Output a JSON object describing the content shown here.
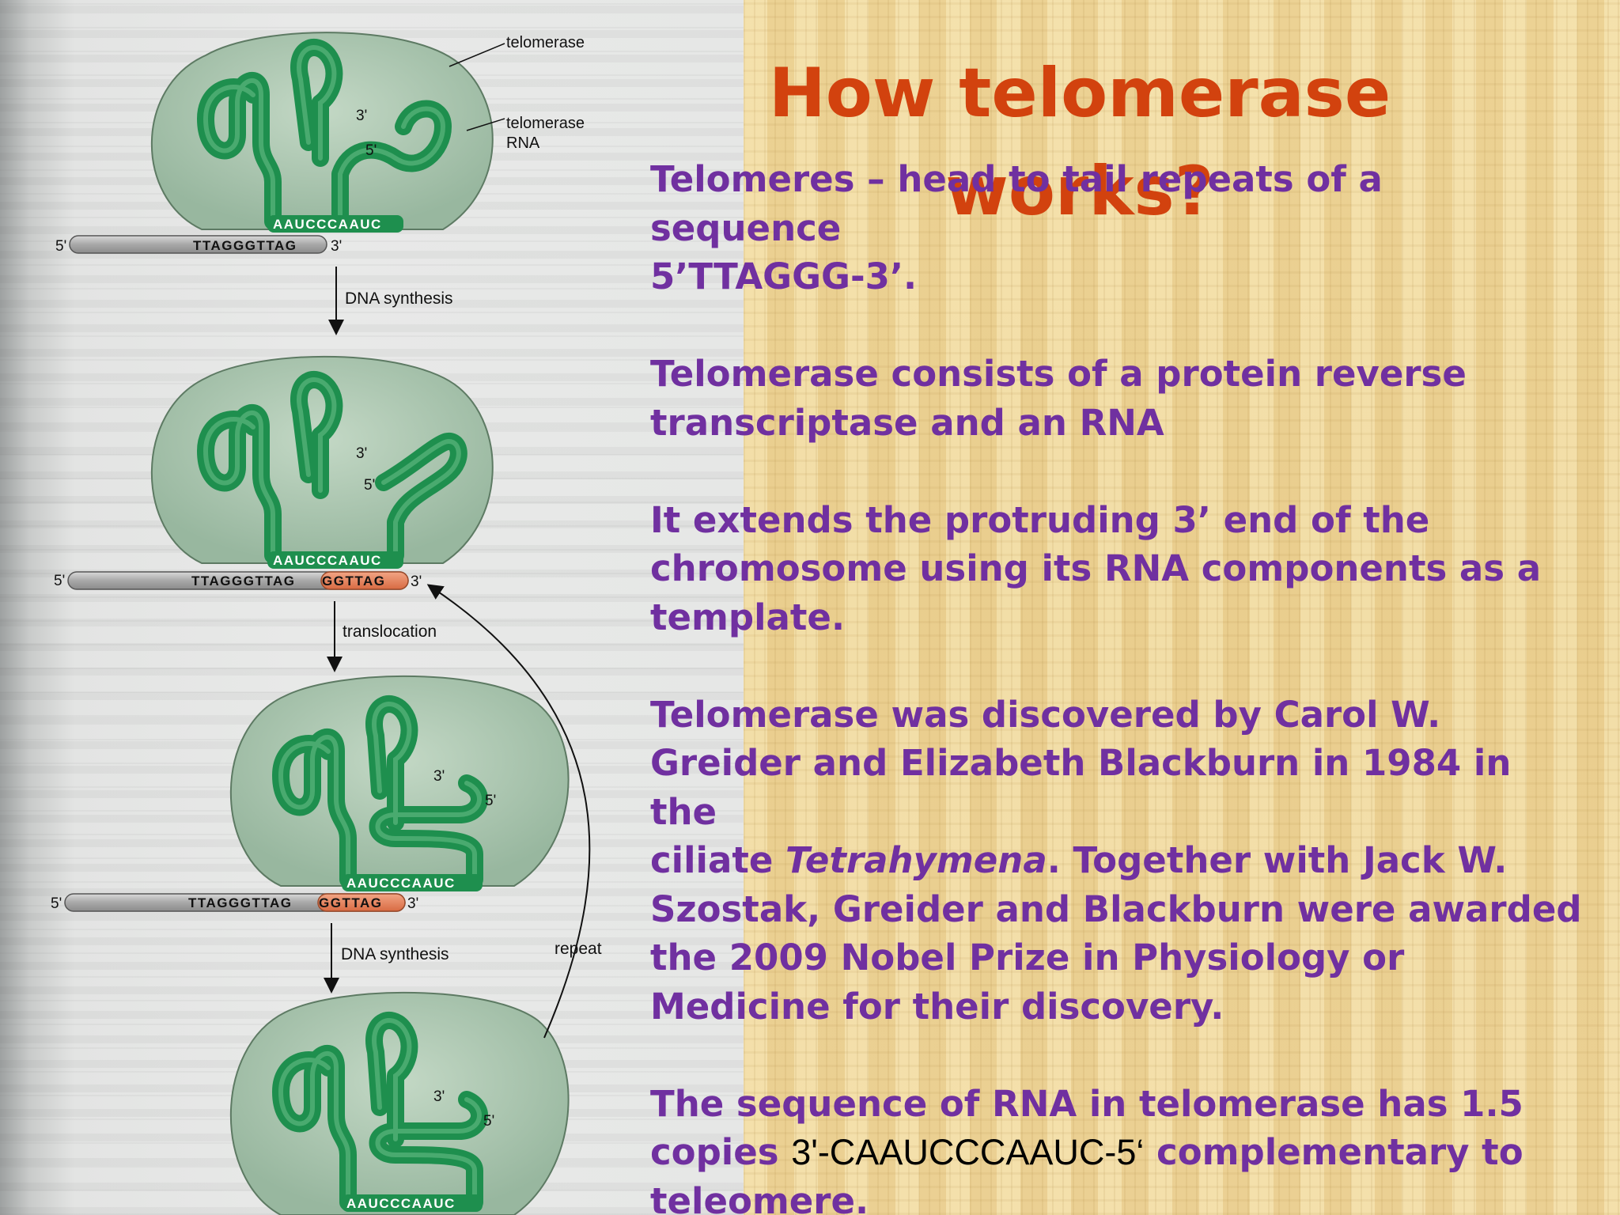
{
  "slide": {
    "title_line1": "How telomerase",
    "title_line2": "works?",
    "paragraphs": {
      "p1_line1": "Telomeres – head to tail repeats of a sequence",
      "p1_line2": "5’TTAGGG-3’.",
      "p2_line1": "Telomerase consists of a protein reverse",
      "p2_line2": "transcriptase and an RNA",
      "p3_line1": "It extends the protruding 3’ end of the",
      "p3_line2": "chromosome using its RNA components as a",
      "p3_line3": "template.",
      "p4_line1": "Telomerase was discovered by Carol W.",
      "p4_line2": "Greider and Elizabeth Blackburn in 1984 in the",
      "p4_line3_pre": "ciliate ",
      "p4_line3_italic": "Tetrahymena",
      "p4_line3_post": ". Together with Jack W.",
      "p4_line4": "Szostak, Greider and Blackburn were awarded",
      "p4_line5": "the 2009 Nobel Prize in Physiology or",
      "p4_line6": "Medicine for their discovery.",
      "p5_line1": "The sequence of RNA in telomerase has 1.5",
      "p5_line2_pre": "copies ",
      "p5_line2_plain": "3'-CAAUCCCAAUC-5‘",
      "p5_line2_post": " complementary to",
      "p5_line3": "teleomere."
    }
  },
  "diagram": {
    "label_telomerase": "telomerase",
    "label_telomerase_rna_1": "telomerase",
    "label_telomerase_rna_2": "RNA",
    "label_3prime": "3'",
    "label_5prime": "5'",
    "rna_template": "AAUCCCAAUC",
    "dna_initial": "TTAGGGTTAG",
    "dna_extension": "GGTTAG",
    "step_dna_synthesis": "DNA synthesis",
    "step_translocation": "translocation",
    "step_repeat": "repeat",
    "colors": {
      "enzyme_fill": "#a9c4ae",
      "rna_green": "#1e8f4e",
      "extension_orange": "#e8825a",
      "title_orange": "#d2420e",
      "body_purple": "#7030a0"
    }
  }
}
